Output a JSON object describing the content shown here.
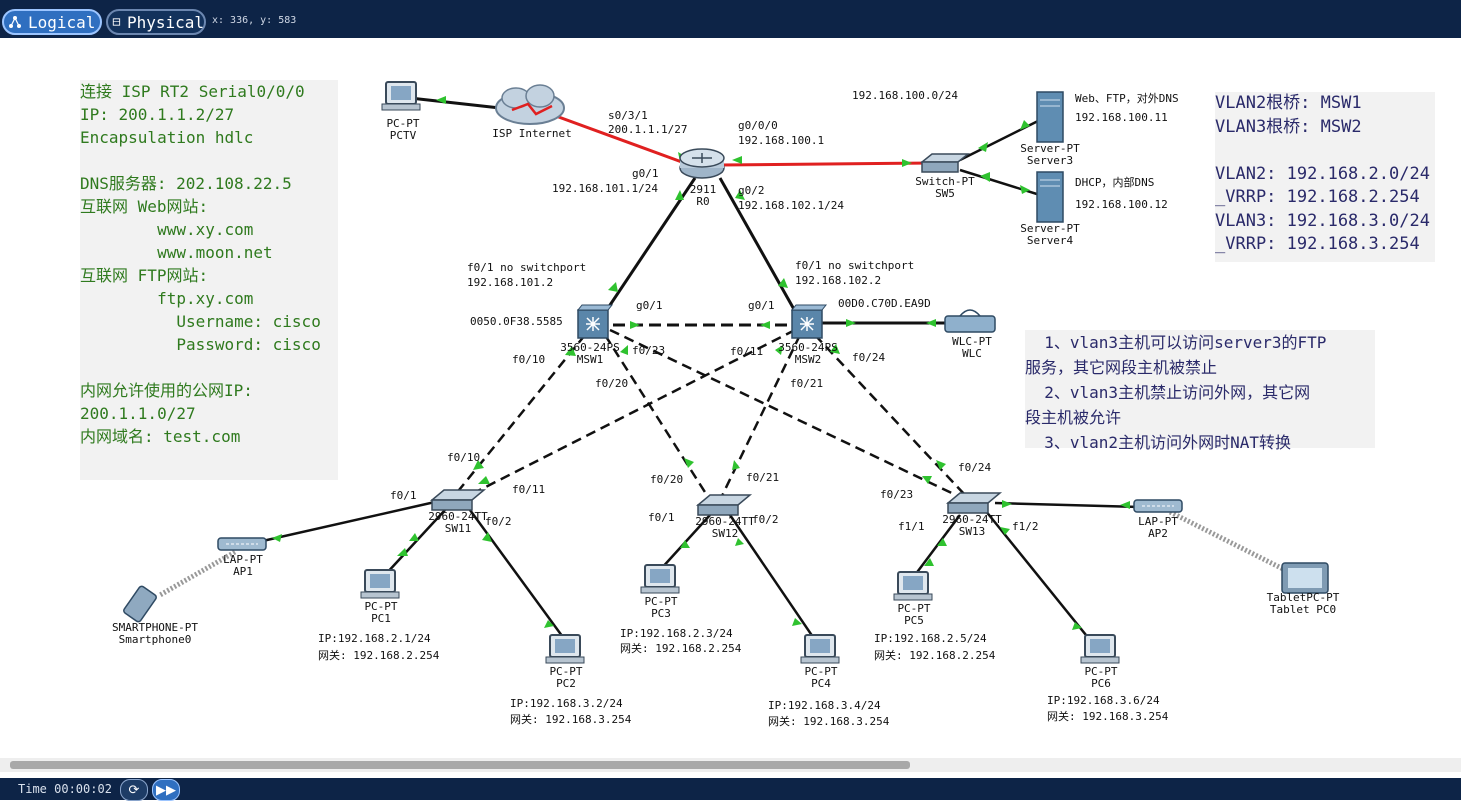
{
  "tabs": {
    "logical": "Logical",
    "physical": "Physical"
  },
  "coords": "x: 336, y: 583",
  "time": "Time  00:00:02",
  "notes": {
    "isp": [
      "连接 ISP RT2 Serial0/0/0",
      "IP: 200.1.1.2/27",
      "Encapsulation hdlc",
      "",
      "DNS服务器: 202.108.22.5",
      "互联网 Web网站:",
      "        www.xy.com",
      "        www.moon.net",
      "互联网 FTP网站:",
      "        ftp.xy.com",
      "          Username: cisco",
      "          Password: cisco",
      "",
      "内网允许使用的公网IP:",
      "200.1.1.0/27",
      "内网域名: test.com"
    ],
    "vlan": [
      "VLAN2根桥: MSW1",
      "VLAN3根桥: MSW2",
      "",
      "VLAN2: 192.168.2.0/24",
      "_VRRP: 192.168.2.254",
      "VLAN3: 192.168.3.0/24",
      "_VRRP: 192.168.3.254"
    ],
    "acl": [
      "  1、vlan3主机可以访问server3的FTP",
      "服务，其它网段主机被禁止",
      "  2、vlan3主机禁止访问外网，其它网",
      "段主机被允许",
      "  3、vlan2主机访问外网时NAT转换"
    ]
  },
  "devices": {
    "pctv": [
      "PC-PT",
      "PCTV"
    ],
    "isp": [
      "ISP Internet"
    ],
    "r0": [
      "2911",
      "R0"
    ],
    "sw5": [
      "Switch-PT",
      "SW5"
    ],
    "server3": [
      "Server-PT",
      "Server3"
    ],
    "server4": [
      "Server-PT",
      "Server4"
    ],
    "msw1": [
      "3560-24PS",
      "MSW1"
    ],
    "msw2": [
      "3560-24PS",
      "MSW2"
    ],
    "wlc": [
      "WLC-PT",
      "WLC"
    ],
    "sw11": [
      "2960-24TT",
      "SW11"
    ],
    "sw12": [
      "2960-24TT",
      "SW12"
    ],
    "sw13": [
      "2960-24TT",
      "SW13"
    ],
    "ap1": [
      "LAP-PT",
      "AP1"
    ],
    "ap2": [
      "LAP-PT",
      "AP2"
    ],
    "phone": [
      "SMARTPHONE-PT",
      "Smartphone0"
    ],
    "tablet": [
      "TabletPC-PT",
      "Tablet PC0"
    ],
    "pc1": [
      "PC-PT",
      "PC1"
    ],
    "pc2": [
      "PC-PT",
      "PC2"
    ],
    "pc3": [
      "PC-PT",
      "PC3"
    ],
    "pc4": [
      "PC-PT",
      "PC4"
    ],
    "pc5": [
      "PC-PT",
      "PC5"
    ],
    "pc6": [
      "PC-PT",
      "PC6"
    ]
  },
  "labels": {
    "s031": "s0/3/1",
    "ip_isp": "200.1.1.1/27",
    "g000": "g0/0/0",
    "ip_srvgw": "192.168.100.1",
    "net100": "192.168.100.0/24",
    "srv3_desc": "Web、FTP，对外DNS",
    "srv3_ip": "192.168.100.11",
    "srv4_desc": "DHCP，内部DNS",
    "srv4_ip": "192.168.100.12",
    "r0_g01": "g0/1",
    "r0_g01_ip": "192.168.101.1/24",
    "r0_g02": "g0/2",
    "r0_g02_ip": "192.168.102.1/24",
    "msw1_f01": "f0/1  no  switchport",
    "msw1_f01_ip": "192.168.101.2",
    "msw2_f01": "f0/1  no  switchport",
    "msw2_f01_ip": "192.168.102.2",
    "mac1": "0050.0F38.5585",
    "mac2": "00D0.C70D.EA9D",
    "msw1_g01": "g0/1",
    "msw2_g01": "g0/1",
    "msw1_f010": "f0/10",
    "msw1_f023": "f0/23",
    "msw1_f020": "f0/20",
    "msw2_f011": "f0/11",
    "msw2_f021": "f0/21",
    "msw2_f024": "f0/24",
    "sw11_f010": "f0/10",
    "sw11_f011": "f0/11",
    "sw11_f01": "f0/1",
    "sw11_f02": "f0/2",
    "sw12_f020": "f0/20",
    "sw12_f021": "f0/21",
    "sw12_f01": "f0/1",
    "sw12_f02": "f0/2",
    "sw13_f023": "f0/23",
    "sw13_f024": "f0/24",
    "sw13_f01": "f1/1",
    "sw13_f02": "f1/2",
    "pc1_ip": "IP:192.168.2.1/24",
    "pc1_gw": "网关: 192.168.2.254",
    "pc2_ip": "IP:192.168.3.2/24",
    "pc2_gw": "网关: 192.168.3.254",
    "pc3_ip": "IP:192.168.2.3/24",
    "pc3_gw": "网关: 192.168.2.254",
    "pc4_ip": "IP:192.168.3.4/24",
    "pc4_gw": "网关: 192.168.3.254",
    "pc5_ip": "IP:192.168.2.5/24",
    "pc5_gw": "网关: 192.168.2.254",
    "pc6_ip": "IP:192.168.3.6/24",
    "pc6_gw": "网关: 192.168.3.254"
  },
  "colors": {
    "topbar": "#0d2447",
    "serial_link": "#e02020",
    "ethernet_link": "#111111",
    "port_up": "#2fc22f"
  }
}
